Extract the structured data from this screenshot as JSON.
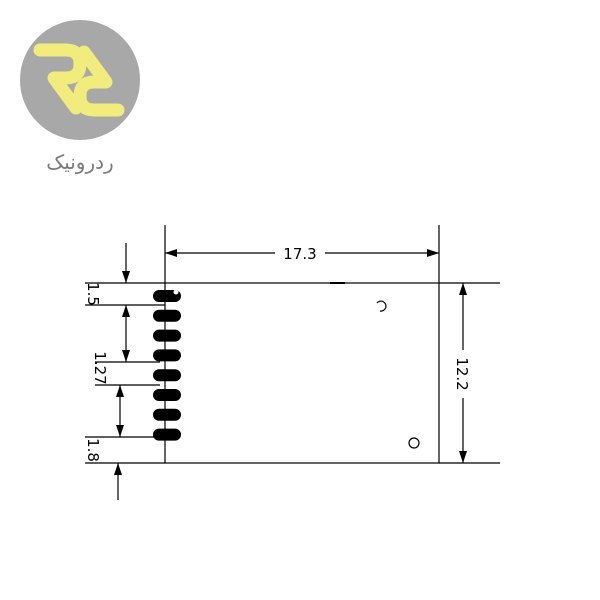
{
  "brand": {
    "logo_letters": "RR",
    "name": "ردرونیک",
    "colors": {
      "circle": "#a8a8a8",
      "letters": "#f2ec7c",
      "text": "#7a7a7a"
    }
  },
  "drawing": {
    "width_label": "17.3",
    "height_label": "12.2",
    "pin_top_offset_label": "1.5",
    "pin_pitch_label": "1.27",
    "pin_bottom_offset_label": "1.8",
    "pin_count": 8
  }
}
